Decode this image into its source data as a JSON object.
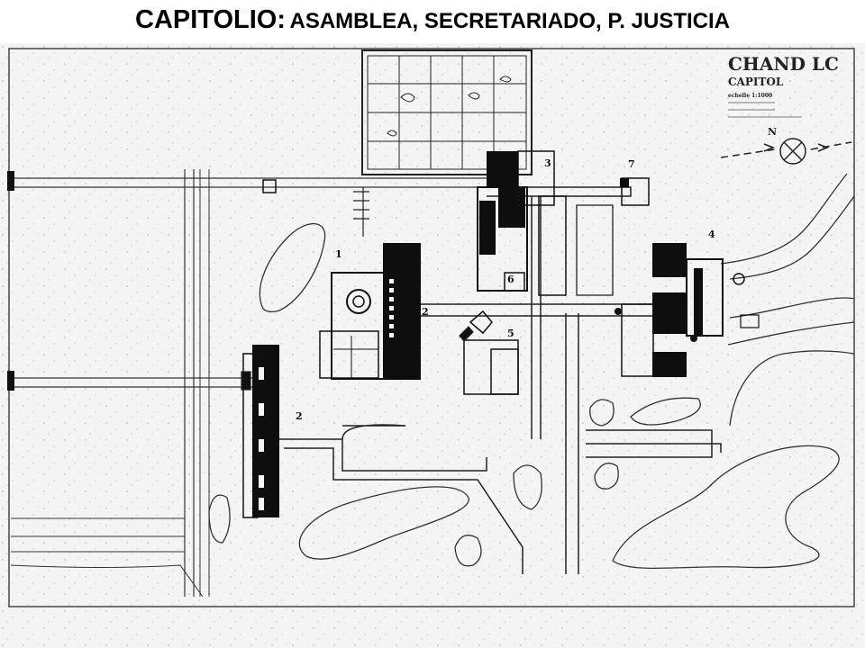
{
  "title": {
    "main": "CAPITOLIO:",
    "sub": "ASAMBLEA, SECRETARIADO, P. JUSTICIA"
  },
  "stamp": {
    "line1": "CHAND LC",
    "line2": "CAPITOL",
    "scale": "echelle 1:1000",
    "north_label": "N"
  },
  "building_numbers": [
    "1",
    "2",
    "3",
    "4",
    "5",
    "6",
    "7"
  ]
}
